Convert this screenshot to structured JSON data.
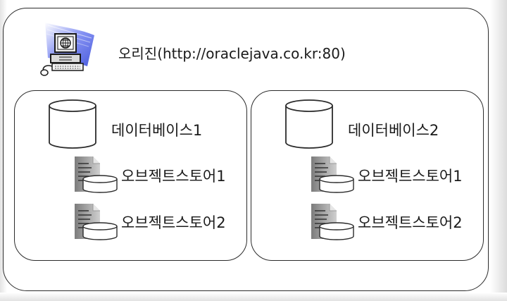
{
  "origin": {
    "label": "오리진(http://oraclejava.co.kr:80)",
    "icon": "computer-globe-icon"
  },
  "databases": [
    {
      "name": "데이터베이스1",
      "icon": "database-cylinder-icon",
      "object_stores": [
        {
          "name": "오브젝트스토어1",
          "icon": "document-store-icon"
        },
        {
          "name": "오브젝트스토어2",
          "icon": "document-store-icon"
        }
      ]
    },
    {
      "name": "데이터베이스2",
      "icon": "database-cylinder-icon",
      "object_stores": [
        {
          "name": "오브젝트스토어1",
          "icon": "document-store-icon"
        },
        {
          "name": "오브젝트스토어2",
          "icon": "document-store-icon"
        }
      ]
    }
  ],
  "colors": {
    "border": "#2b2b2b",
    "computer_accent": "#2a3fd8",
    "document_gray": "#9a9a9a"
  }
}
